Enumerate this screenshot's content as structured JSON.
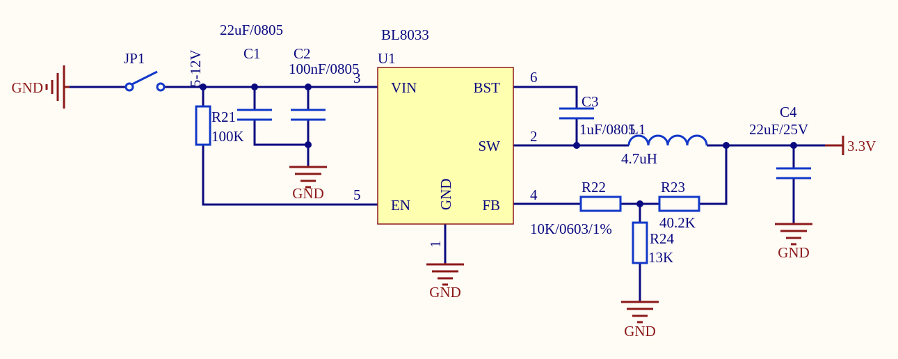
{
  "colors": {
    "wire": "#0A0A80",
    "part": "#1238C8",
    "power": "#8B1A1A",
    "ic_fill": "#FFFFB0",
    "background": "#FFFBF5"
  },
  "gnd_net": "GND",
  "input_power": {
    "name": "GND",
    "voltage": "5-12V"
  },
  "output_power": "3.3V",
  "jumper": {
    "ref": "JP1"
  },
  "ic": {
    "part": "BL8033",
    "ref": "U1",
    "pins": {
      "vin": "VIN",
      "bst": "BST",
      "sw": "SW",
      "en": "EN",
      "fb": "FB",
      "gnd": "GND"
    },
    "pin_numbers": {
      "vin": "3",
      "bst": "6",
      "sw": "2",
      "en": "5",
      "fb": "4",
      "gnd": "1"
    }
  },
  "components": {
    "c1": {
      "ref": "C1",
      "value": "22uF/0805"
    },
    "c2": {
      "ref": "C2",
      "value": "100nF/0805"
    },
    "c3": {
      "ref": "C3",
      "value": "1uF/0805"
    },
    "c4": {
      "ref": "C4",
      "value": "22uF/25V"
    },
    "l1": {
      "ref": "L1",
      "value": "4.7uH"
    },
    "r21": {
      "ref": "R21",
      "value": "100K"
    },
    "r22": {
      "ref": "R22",
      "value": "10K/0603/1%"
    },
    "r23": {
      "ref": "R23",
      "value": "40.2K"
    },
    "r24": {
      "ref": "R24",
      "value": "13K"
    }
  }
}
